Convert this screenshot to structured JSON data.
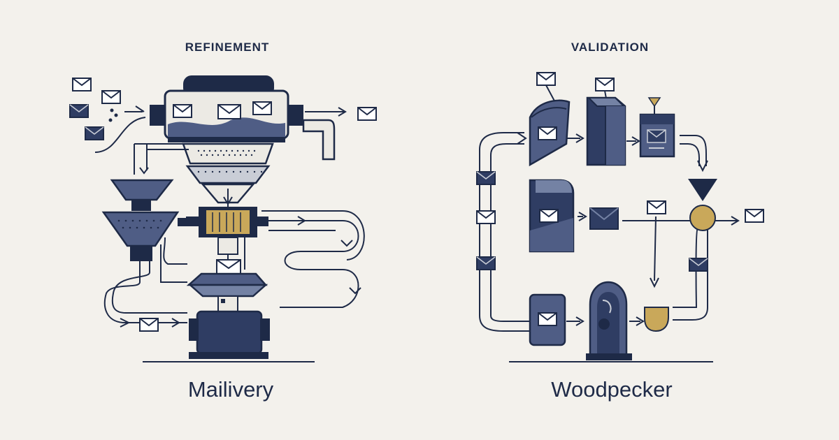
{
  "panels": {
    "left": {
      "heading": "REFINEMENT",
      "name": "Mailivery"
    },
    "right": {
      "heading": "VALIDATION",
      "name": "Woodpecker"
    }
  },
  "colors": {
    "background": "#f3f1ec",
    "navy": "#1e2a47",
    "slate": "#4f5d85",
    "steel": "#7482a4",
    "light": "#c9cdd6",
    "gold": "#c9a85a",
    "line": "#1e2a47"
  },
  "icons": [
    "envelope-icon",
    "arrow-icon",
    "funnel-icon",
    "filter-icon",
    "gear-icon"
  ]
}
